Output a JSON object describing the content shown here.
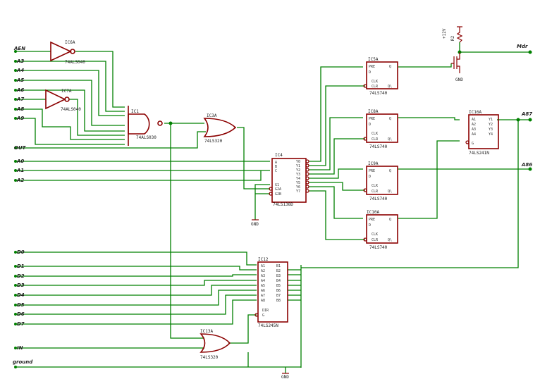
{
  "inputs": {
    "aen": "AEN",
    "a3": "A3",
    "a4": "A4",
    "a5": "A5",
    "a6": "A6",
    "a7": "A7",
    "a8": "A8",
    "a9": "A9",
    "out": "OUT",
    "a0": "A0",
    "a1": "A1",
    "a2": "A2",
    "d0": "D0",
    "d1": "D1",
    "d2": "D2",
    "d3": "D3",
    "d4": "D4",
    "d5": "D5",
    "d6": "D6",
    "d7": "D7",
    "in": "IN",
    "ground": "ground"
  },
  "outputs": {
    "mdr": "Mdr",
    "a87": "A87",
    "a86": "A86"
  },
  "parts": {
    "ic6a": {
      "name": "IC6A",
      "type": "74ALS040"
    },
    "ic7a": {
      "name": "IC7A",
      "type": "74ALS040"
    },
    "ic1": {
      "name": "IC1",
      "type": "74ALS030"
    },
    "ic3a": {
      "name": "IC3A",
      "type": "74LS320"
    },
    "ic13a": {
      "name": "IC13A",
      "type": "74LS320"
    },
    "ic4": {
      "name": "IC4",
      "type": "74LS138D",
      "pins_left": [
        "A",
        "B",
        "C",
        "G1",
        "G2A",
        "G2B"
      ],
      "pins_right": [
        "Y0",
        "Y1",
        "Y2",
        "Y3",
        "Y4",
        "Y5",
        "Y6",
        "Y7"
      ]
    },
    "ic5a": {
      "name": "IC5A",
      "type": "74LS740"
    },
    "ic8a": {
      "name": "IC8A",
      "type": "74LS740"
    },
    "ic9a": {
      "name": "IC9A",
      "type": "74LS740"
    },
    "ic10a": {
      "name": "IC10A",
      "type": "74LS740"
    },
    "ic16a": {
      "name": "IC16A",
      "type": "74LS241N",
      "pins_left": [
        "A1",
        "A2",
        "A3",
        "A4"
      ],
      "pins_right": [
        "Y1",
        "Y2",
        "Y3",
        "Y4"
      ],
      "enable": "G"
    },
    "ic12": {
      "name": "IC12",
      "type": "74LS245N",
      "pins_left": [
        "A1",
        "A2",
        "A3",
        "A4",
        "A5",
        "A6",
        "A7",
        "A8"
      ],
      "pins_right": [
        "B1",
        "B2",
        "B3",
        "B4",
        "B5",
        "B6",
        "B7",
        "B8"
      ],
      "ctrl": [
        "DIR",
        "G"
      ]
    },
    "r2": {
      "name": "R2",
      "value": "+12V"
    }
  },
  "ff_pins": {
    "pre": "PRE",
    "d": "D",
    "clk": "CLK",
    "clr": "CLR",
    "q": "Q",
    "qn": "Q\\"
  },
  "gnd": "GND"
}
